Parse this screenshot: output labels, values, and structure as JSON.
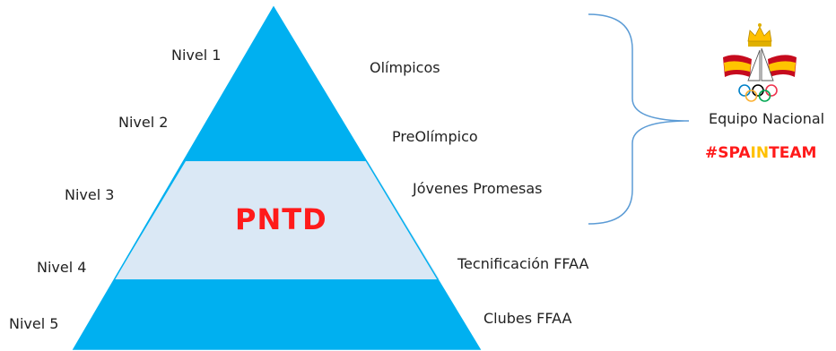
{
  "levels": [
    "Nivel 1",
    "Nivel 2",
    "Nivel 3",
    "Nivel 4",
    "Nivel 5"
  ],
  "tiers": [
    "Olímpicos",
    "PreOlímpico",
    "Jóvenes Promesas",
    "Tecnificación FFAA",
    "Clubes FFAA"
  ],
  "center_label": "PNTD",
  "team_label": "Equipo Nacional",
  "hashtag": {
    "part1": "#SPA",
    "part2": "IN",
    "part3": "TEAM"
  },
  "colors": {
    "pyramid_blue": "#00b0f0",
    "middle_band": "#dae8f5",
    "center_text": "#ff1a1a",
    "hashtag_red": "#ff1a1a",
    "hashtag_yellow": "#ffc000",
    "brace": "#5b9bd5"
  },
  "icons": [
    "spanish-olympic-committee-emblem",
    "curly-brace-icon"
  ]
}
